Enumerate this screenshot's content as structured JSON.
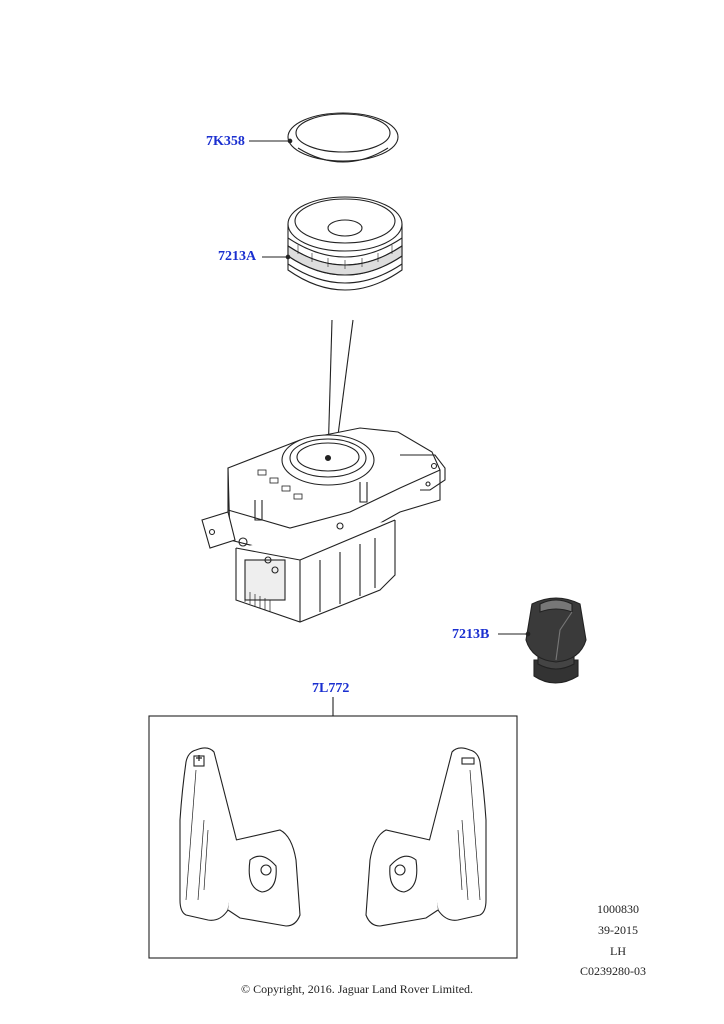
{
  "callouts": {
    "cap": "7K358",
    "knob": "7213A",
    "gear_knob": "7213B",
    "paddles": "7L772"
  },
  "reference": {
    "number": "1000830",
    "date": "39-2015",
    "side": "LH",
    "code": "C0239280-03"
  },
  "copyright": "© Copyright, 2016. Jaguar Land Rover Limited.",
  "colors": {
    "callout": "#1a2fd0",
    "line": "#222222"
  }
}
